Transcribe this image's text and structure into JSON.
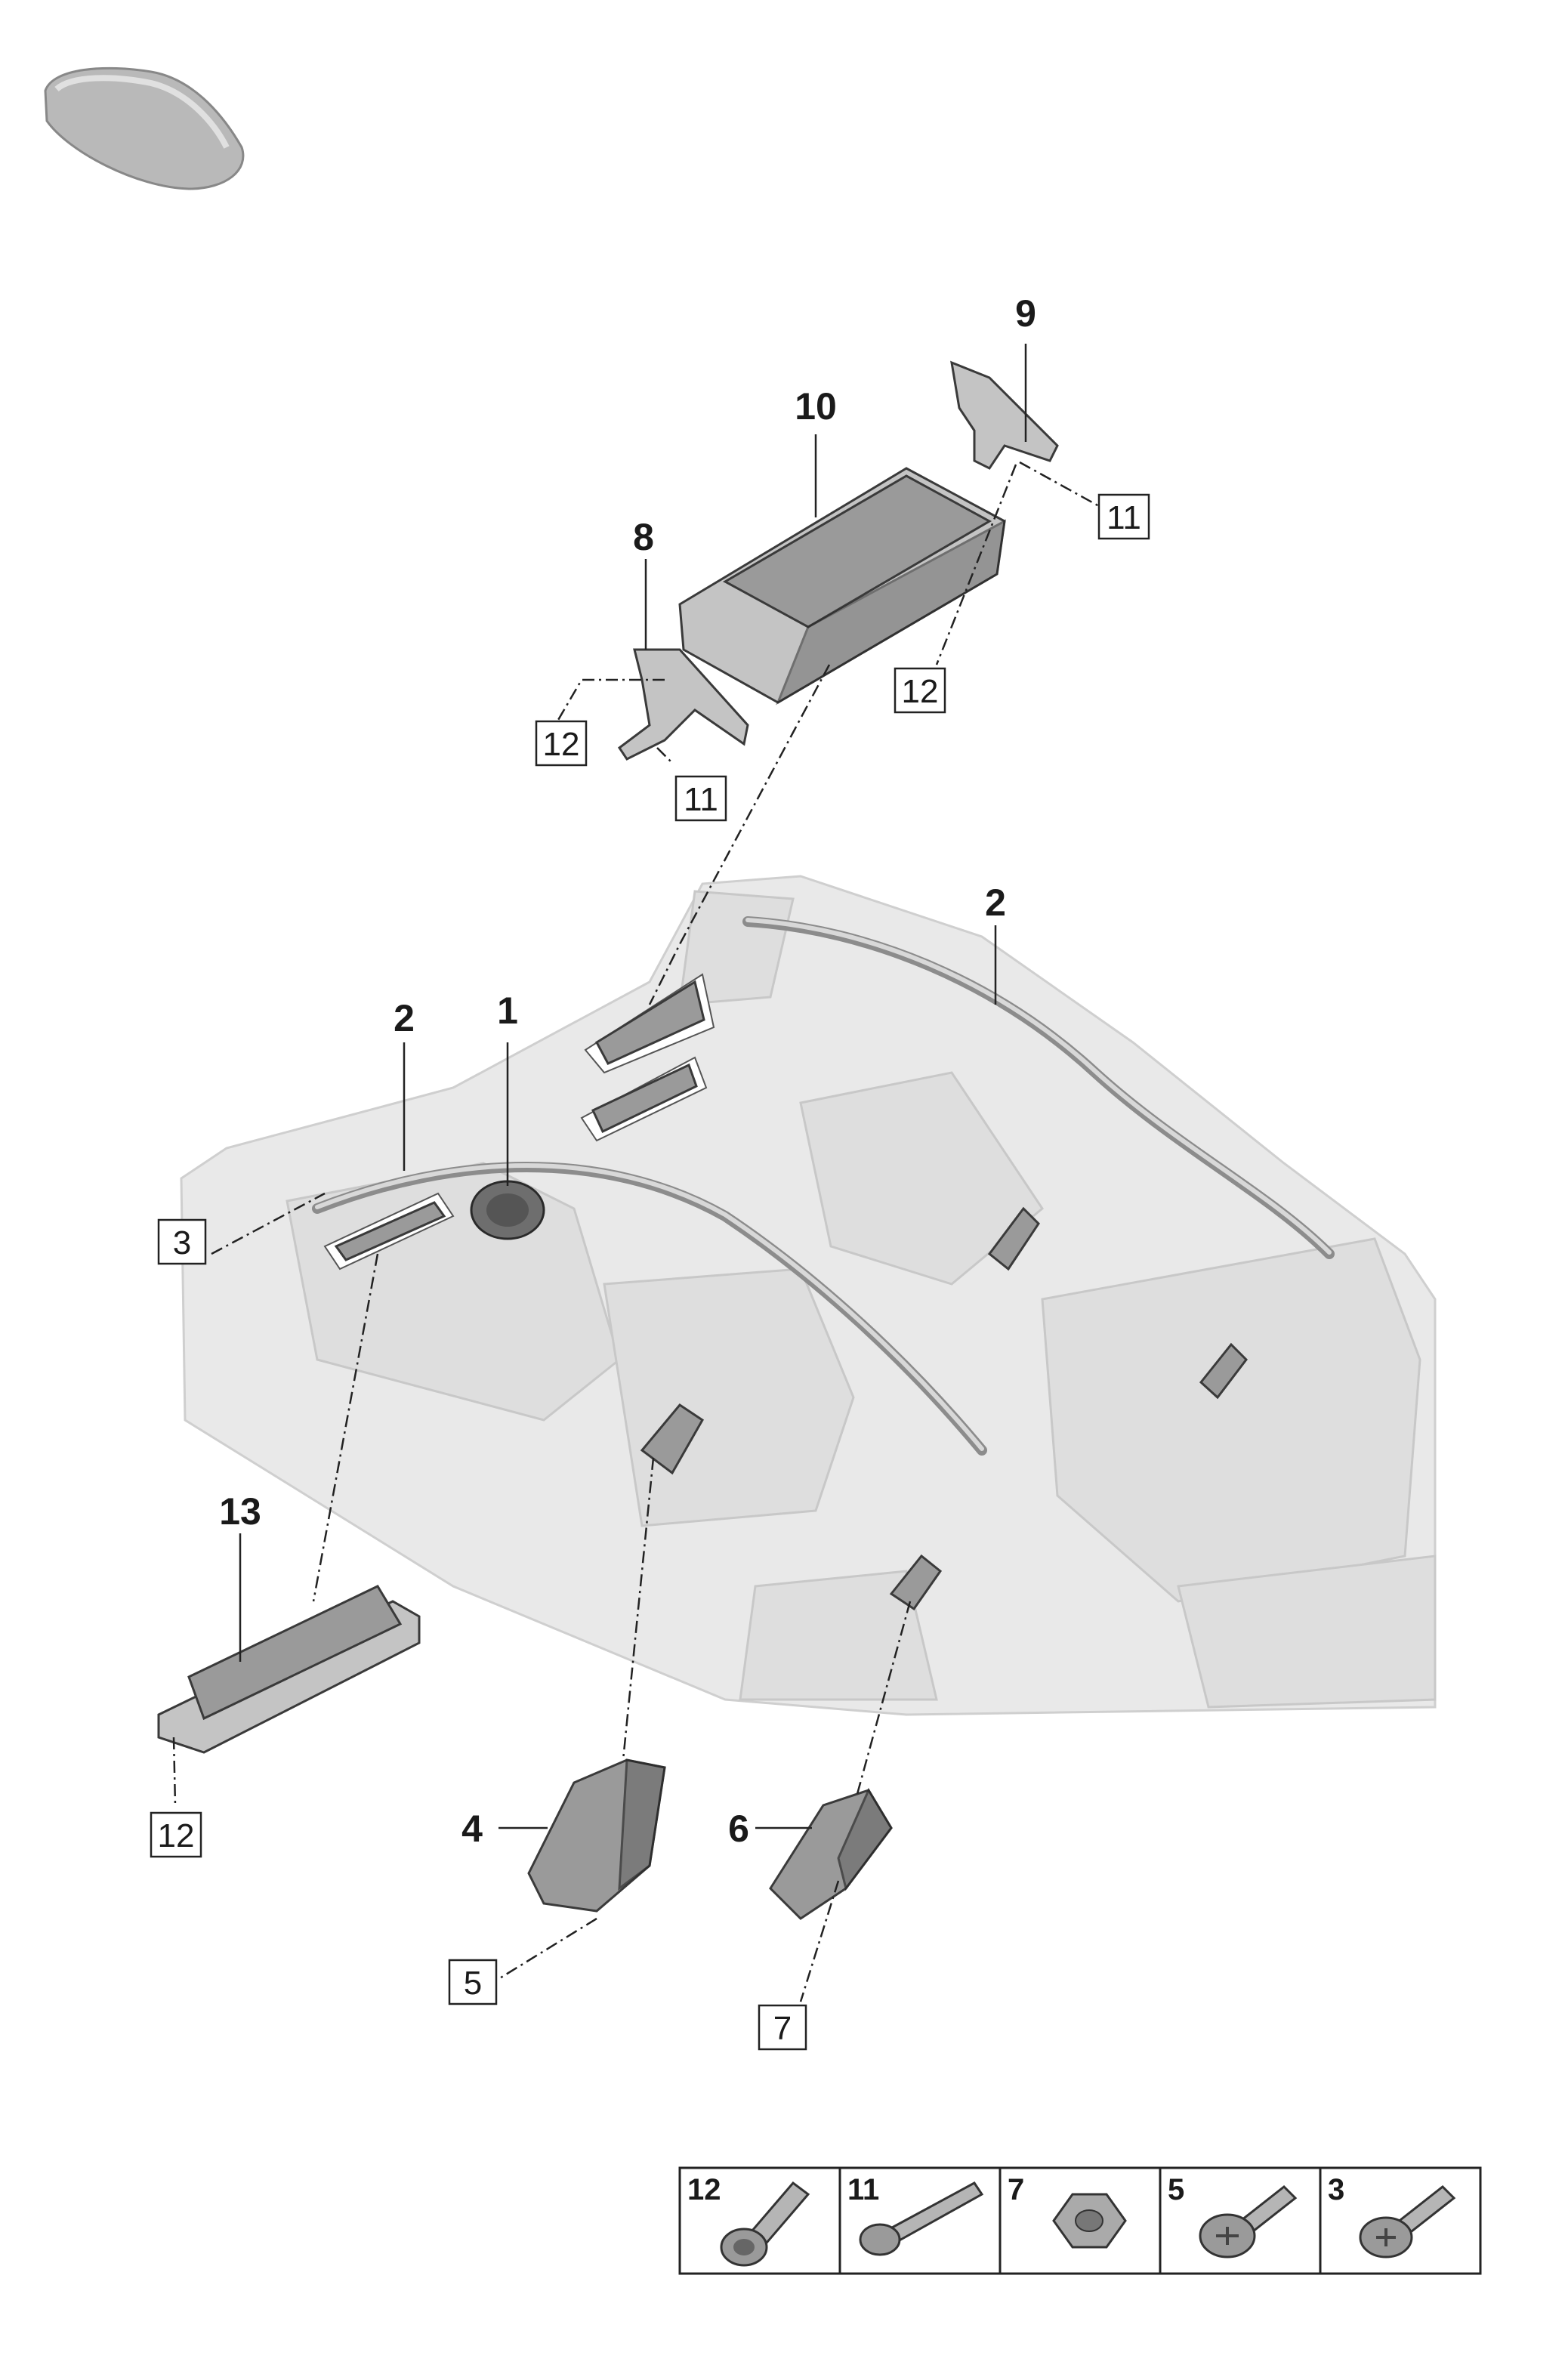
{
  "callouts": {
    "c1": "1",
    "c2a": "2",
    "c2b": "2",
    "c4": "4",
    "c6": "6",
    "c8": "8",
    "c9": "9",
    "c10": "10",
    "c13": "13"
  },
  "boxed": {
    "b3": "3",
    "b5": "5",
    "b7": "7",
    "b11a": "11",
    "b11b": "11",
    "b12a": "12",
    "b12b": "12",
    "b12c": "12"
  },
  "legend": [
    {
      "num": "12",
      "icon": "bolt-flange-icon"
    },
    {
      "num": "11",
      "icon": "bolt-long-icon"
    },
    {
      "num": "7",
      "icon": "hex-nut-icon"
    },
    {
      "num": "5",
      "icon": "screw-pan-head-icon"
    },
    {
      "num": "3",
      "icon": "screw-torx-icon"
    }
  ],
  "colors": {
    "part": "#9a9a9a",
    "body": "#e9e9e9",
    "ink": "#1a1a1a"
  }
}
